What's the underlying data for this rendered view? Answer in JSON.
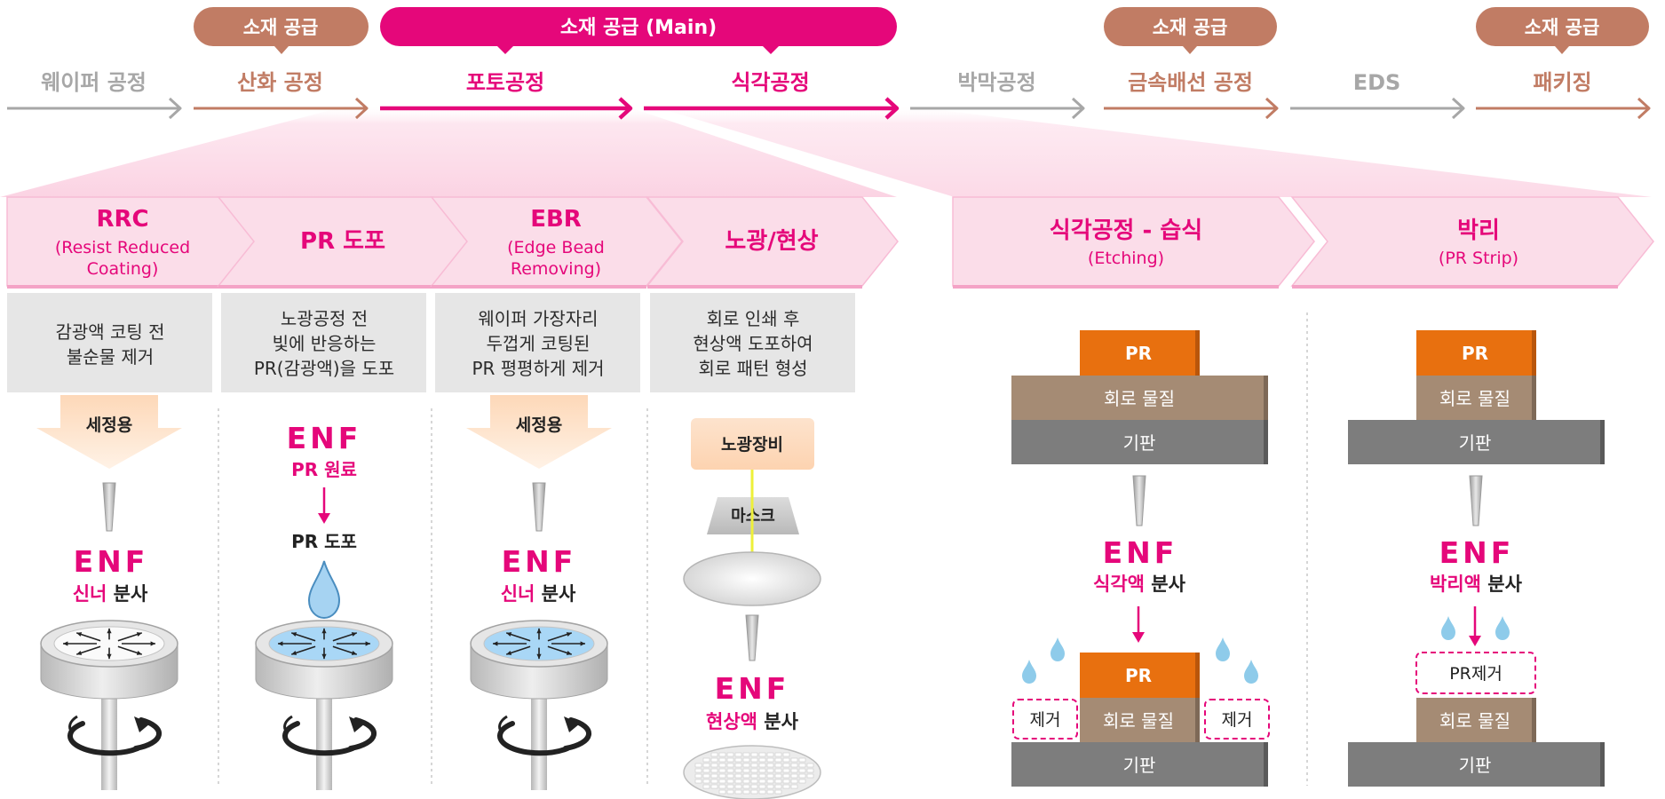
{
  "colors": {
    "magenta": "#e5077a",
    "brown": "#c17c64",
    "gray": "#a7a7a7",
    "orange": "#e8700f",
    "pr_material": "#a58b74",
    "substrate": "#7d7d7d",
    "panel_pink": "#fbdde9",
    "desc_box": "#e6e6e6"
  },
  "supply_badges": {
    "oxidation": "소재 공급",
    "main": "소재 공급 (Main)",
    "metal": "소재 공급",
    "packaging": "소재 공급"
  },
  "process_flow": [
    {
      "label": "웨이퍼 공정",
      "style": "gray"
    },
    {
      "label": "산화 공정",
      "style": "brown"
    },
    {
      "label": "포토공정",
      "style": "magenta"
    },
    {
      "label": "식각공정",
      "style": "magenta"
    },
    {
      "label": "박막공정",
      "style": "gray"
    },
    {
      "label": "금속배선 공정",
      "style": "brown"
    },
    {
      "label": "EDS",
      "style": "gray"
    },
    {
      "label": "패키징",
      "style": "brown"
    }
  ],
  "photo_steps": [
    {
      "title": "RRC",
      "sub1": "(Resist Reduced",
      "sub2": "Coating)",
      "desc": [
        "감광액 코팅 전",
        "불순물 제거"
      ]
    },
    {
      "title": "PR 도포",
      "sub1": "",
      "sub2": "",
      "desc": [
        "노광공정 전",
        "빛에 반응하는",
        "PR(감광액)을 도포"
      ]
    },
    {
      "title": "EBR",
      "sub1": "(Edge Bead",
      "sub2": "Removing)",
      "desc": [
        "웨이퍼 가장자리",
        "두껍게 코팅된",
        "PR 평평하게 제거"
      ]
    },
    {
      "title": "노광/현상",
      "sub1": "",
      "sub2": "",
      "desc": [
        "회로 인쇄 후",
        "현상액 도포하여",
        "회로 패턴 형성"
      ]
    }
  ],
  "etch_steps": [
    {
      "title": "식각공정 - 습식",
      "sub": "(Etching)"
    },
    {
      "title": "박리",
      "sub": "(PR Strip)"
    }
  ],
  "logo_text": "ENF",
  "illustrations": {
    "rrc": {
      "arrow_label": "세정용",
      "spray_highlight": "신너",
      "spray_rest": " 분사"
    },
    "pr": {
      "material_label": "PR 원료",
      "apply_label": "PR 도포"
    },
    "ebr": {
      "arrow_label": "세정용",
      "spray_highlight": "신너",
      "spray_rest": " 분사"
    },
    "exposure": {
      "equipment": "노광장비",
      "mask": "마스크",
      "spray_highlight": "현상액",
      "spray_rest": " 분사"
    },
    "etch": {
      "pr": "PR",
      "material": "회로 물질",
      "substrate": "기판",
      "spray_highlight": "식각액",
      "spray_rest": " 분사",
      "remove": "제거"
    },
    "strip": {
      "pr": "PR",
      "material": "회로 물질",
      "substrate": "기판",
      "spray_highlight": "박리액",
      "spray_rest": " 분사",
      "remove": "PR제거"
    }
  }
}
